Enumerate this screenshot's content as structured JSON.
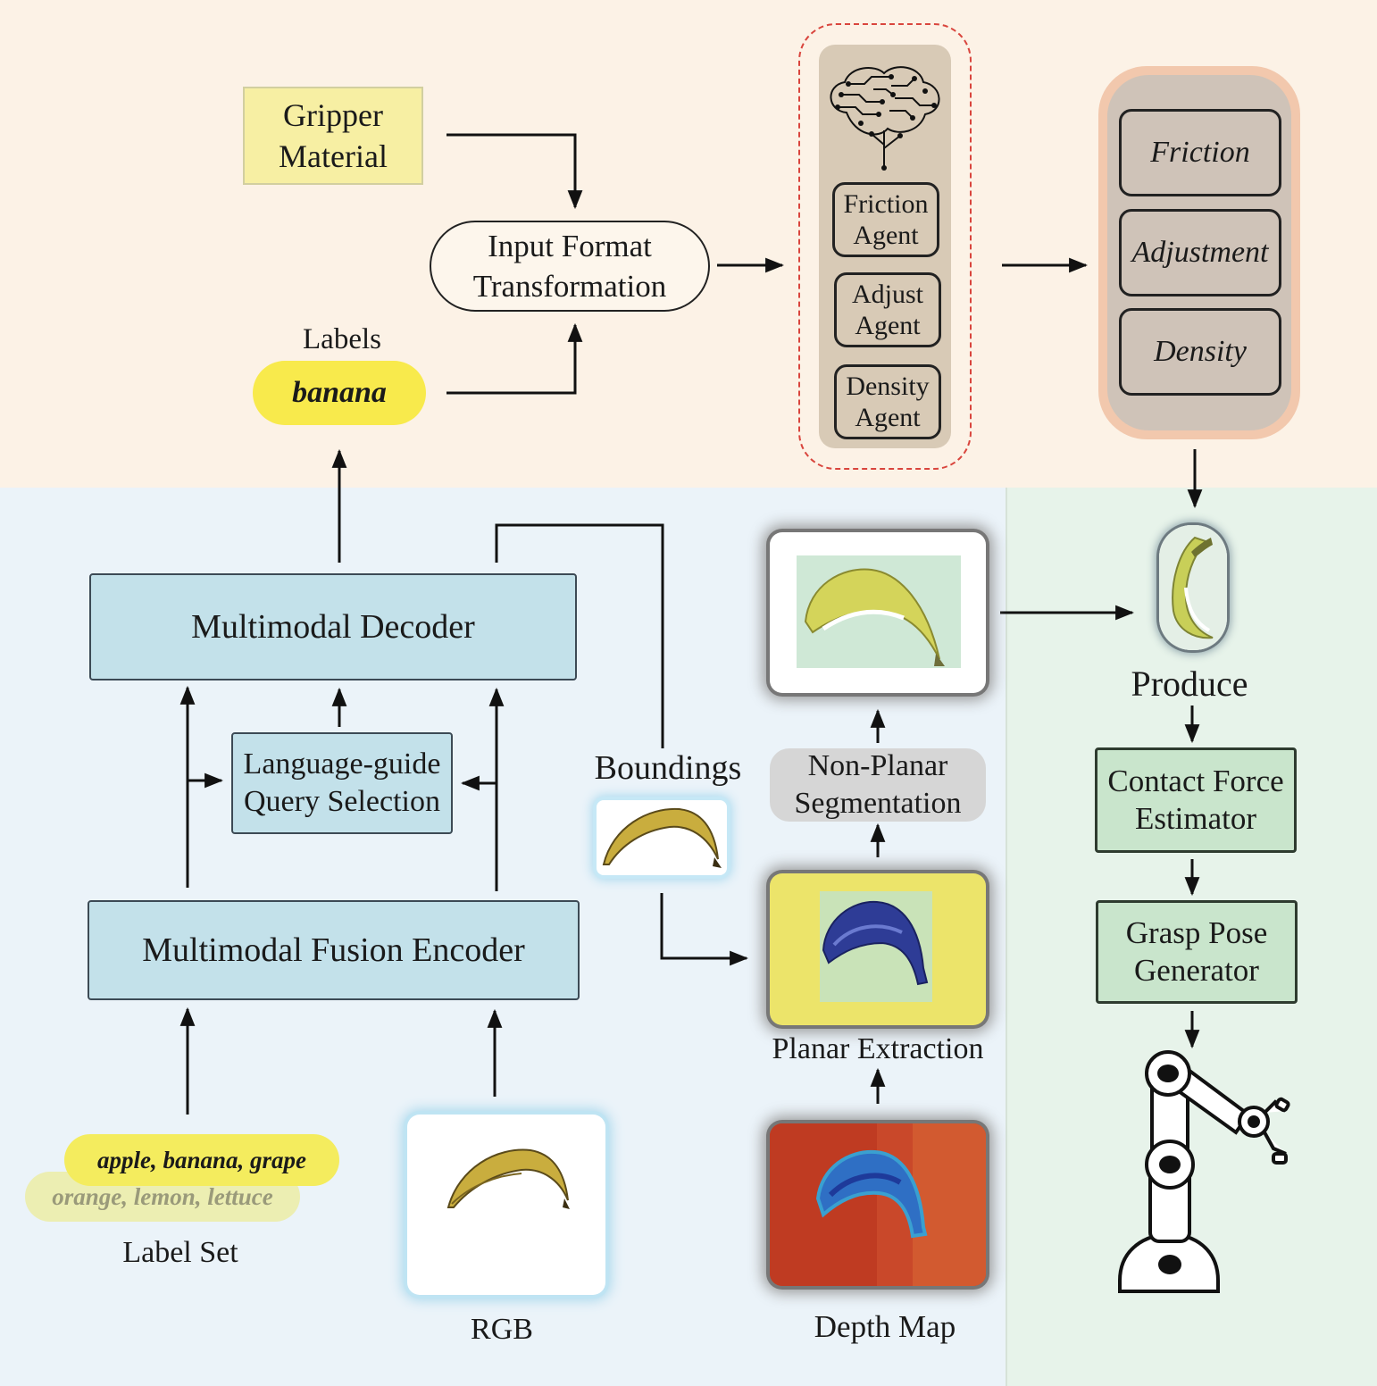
{
  "top": {
    "gripper_material": "Gripper Material",
    "input_format": "Input Format Transformation",
    "labels_caption": "Labels",
    "label_value": "banana",
    "agents": [
      "Friction Agent",
      "Adjust Agent",
      "Density Agent"
    ],
    "outputs": [
      "Friction",
      "Adjustment",
      "Density"
    ]
  },
  "left": {
    "decoder": "Multimodal Decoder",
    "query_selection": "Language-guide Query Selection",
    "encoder": "Multimodal Fusion Encoder",
    "label_set_1": "apple, banana, grape",
    "label_set_2": "orange, lemon, lettuce",
    "label_set_caption": "Label Set",
    "rgb_caption": "RGB",
    "boundings_caption": "Boundings"
  },
  "middle": {
    "non_planar": "Non-Planar Segmentation",
    "planar_caption": "Planar Extraction",
    "depth_caption": "Depth Map"
  },
  "right": {
    "produce": "Produce",
    "contact_force": "Contact Force Estimator",
    "grasp_pose": "Grasp Pose Generator"
  },
  "icons": [
    "brain-circuit-icon",
    "robot-arm-icon",
    "banana-image-icon"
  ]
}
